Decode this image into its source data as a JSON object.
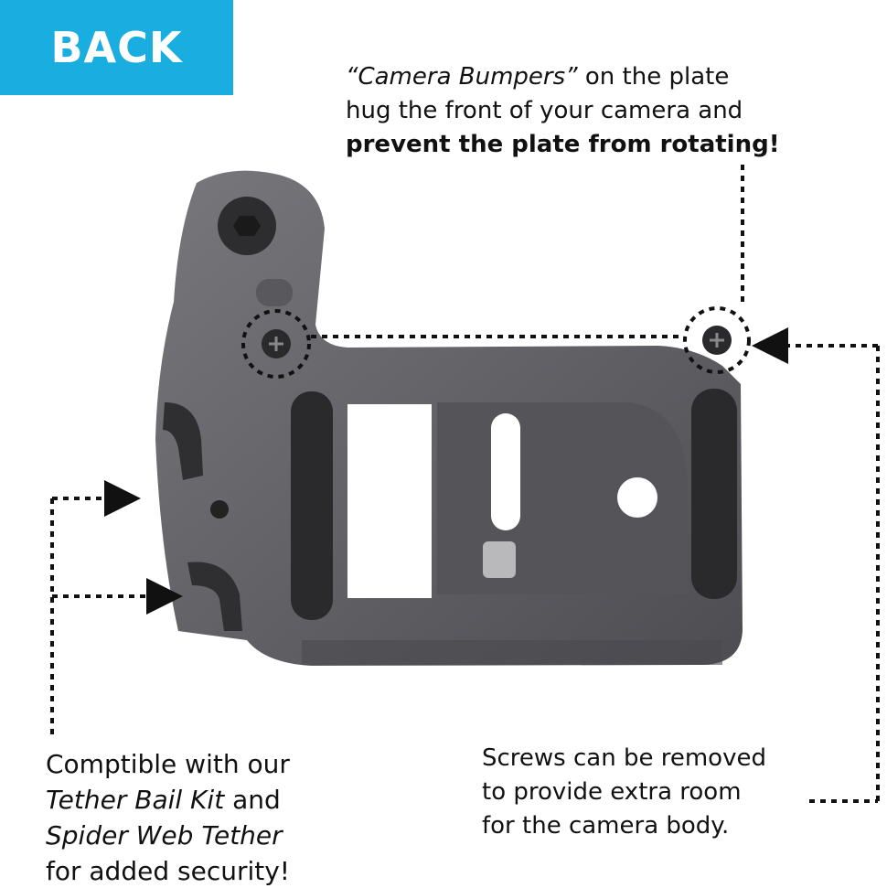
{
  "badge": {
    "label": "BACK",
    "color": "#1aaee0"
  },
  "callout_top": {
    "italic": "“Camera Bumpers”",
    "line1_rest": " on the plate",
    "line2": "hug the front of your camera and",
    "bold": "prevent the plate from rotating!"
  },
  "callout_bottom_left": {
    "line1": "Comptible with our",
    "italic1": "Tether Bail Kit",
    "line2_rest": " and",
    "italic2": "Spider Web Tether",
    "line4": "for added security!"
  },
  "callout_bottom_right": {
    "line1": "Screws can be removed",
    "line2": "to provide extra room",
    "line3": "for the camera body."
  },
  "colors": {
    "plate": "#5f5f64",
    "pad": "#2a2a2c",
    "guide": "#111111"
  }
}
